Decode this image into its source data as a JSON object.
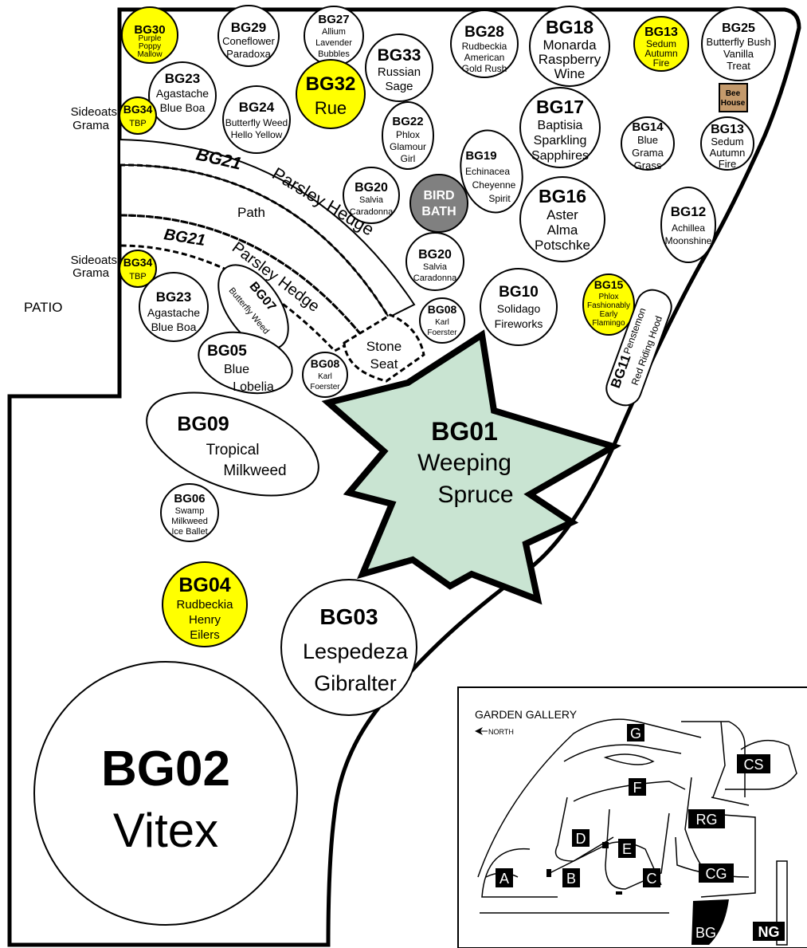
{
  "patio_label": "PATIO",
  "beds": [
    {
      "id": "bg30",
      "code": "BG30",
      "lines": [
        "Purple",
        "Poppy",
        "Mallow"
      ],
      "fill": "yellow"
    },
    {
      "id": "bg29",
      "code": "BG29",
      "lines": [
        "Coneflower",
        "Paradoxa"
      ],
      "fill": "white"
    },
    {
      "id": "bg27",
      "code": "BG27",
      "lines": [
        "Allium",
        "Lavender",
        "Bubbles"
      ],
      "fill": "white"
    },
    {
      "id": "bg33",
      "code": "BG33",
      "lines": [
        "Russian",
        "Sage"
      ],
      "fill": "white"
    },
    {
      "id": "bg28",
      "code": "BG28",
      "lines": [
        "Rudbeckia",
        "American",
        "Gold Rush"
      ],
      "fill": "white"
    },
    {
      "id": "bg18",
      "code": "BG18",
      "lines": [
        "Monarda",
        "Raspberry",
        "Wine"
      ],
      "fill": "white"
    },
    {
      "id": "bg13a",
      "code": "BG13",
      "lines": [
        "Sedum",
        "Autumn",
        "Fire"
      ],
      "fill": "yellow"
    },
    {
      "id": "bg25",
      "code": "BG25",
      "lines": [
        "Butterfly Bush",
        "Vanilla",
        "Treat"
      ],
      "fill": "white"
    },
    {
      "id": "bg23a",
      "code": "BG23",
      "lines": [
        "Agastache",
        "Blue Boa"
      ],
      "fill": "white"
    },
    {
      "id": "bg32",
      "code": "BG32",
      "lines": [
        "Rue"
      ],
      "fill": "yellow"
    },
    {
      "id": "bg34a",
      "code": "BG34",
      "lines": [
        "TBP"
      ],
      "fill": "yellow"
    },
    {
      "id": "bg24",
      "code": "BG24",
      "lines": [
        "Butterfly Weed",
        "Hello Yellow"
      ],
      "fill": "white"
    },
    {
      "id": "bg22",
      "code": "BG22",
      "lines": [
        "Phlox",
        "Glamour",
        "Girl"
      ],
      "fill": "white"
    },
    {
      "id": "bg17",
      "code": "BG17",
      "lines": [
        "Baptisia",
        "Sparkling",
        "Sapphires"
      ],
      "fill": "white"
    },
    {
      "id": "bg14",
      "code": "BG14",
      "lines": [
        "Blue",
        "Grama",
        "Grass"
      ],
      "fill": "white"
    },
    {
      "id": "bg13b",
      "code": "BG13",
      "lines": [
        "Sedum",
        "Autumn",
        "Fire"
      ],
      "fill": "white"
    },
    {
      "id": "bg19",
      "code": "BG19",
      "lines": [
        "Echinacea",
        "Cheyenne",
        "Spirit"
      ],
      "fill": "white"
    },
    {
      "id": "bg20a",
      "code": "BG20",
      "lines": [
        "Salvia",
        "Caradonna"
      ],
      "fill": "white"
    },
    {
      "id": "bg16",
      "code": "BG16",
      "lines": [
        "Aster",
        "Alma",
        "Potschke"
      ],
      "fill": "white"
    },
    {
      "id": "bg12",
      "code": "BG12",
      "lines": [
        "Achillea",
        "Moonshine"
      ],
      "fill": "white"
    },
    {
      "id": "bg20b",
      "code": "BG20",
      "lines": [
        "Salvia",
        "Caradonna"
      ],
      "fill": "white"
    },
    {
      "id": "bg34b",
      "code": "BG34",
      "lines": [
        "TBP"
      ],
      "fill": "yellow"
    },
    {
      "id": "bg23b",
      "code": "BG23",
      "lines": [
        "Agastache",
        "Blue Boa"
      ],
      "fill": "white"
    },
    {
      "id": "bg07",
      "code": "BG07",
      "lines": [
        "Butterfly Weed"
      ],
      "fill": "white"
    },
    {
      "id": "bg08a",
      "code": "BG08",
      "lines": [
        "Karl",
        "Foerster"
      ],
      "fill": "white"
    },
    {
      "id": "bg10",
      "code": "BG10",
      "lines": [
        "Solidago",
        "Fireworks"
      ],
      "fill": "white"
    },
    {
      "id": "bg15",
      "code": "BG15",
      "lines": [
        "Phlox",
        "Fashionably",
        "Early",
        "Flamingo"
      ],
      "fill": "yellow"
    },
    {
      "id": "bg05",
      "code": "BG05",
      "lines": [
        "Blue",
        "Lobelia"
      ],
      "fill": "white"
    },
    {
      "id": "bg08b",
      "code": "BG08",
      "lines": [
        "Karl",
        "Foerster"
      ],
      "fill": "white"
    },
    {
      "id": "bg11",
      "code": "BG11",
      "lines": [
        "Penstemon",
        "Red Riding Hood"
      ],
      "fill": "white"
    },
    {
      "id": "bg09",
      "code": "BG09",
      "lines": [
        "Tropical",
        "Milkweed"
      ],
      "fill": "white"
    },
    {
      "id": "bg06",
      "code": "BG06",
      "lines": [
        "Swamp",
        "Milkweed",
        "Ice Ballet"
      ],
      "fill": "white"
    },
    {
      "id": "bg04",
      "code": "BG04",
      "lines": [
        "Rudbeckia",
        "Henry",
        "Eilers"
      ],
      "fill": "yellow"
    },
    {
      "id": "bg03",
      "code": "BG03",
      "lines": [
        "Lespedeza",
        "Gibralter"
      ],
      "fill": "white"
    },
    {
      "id": "bg02",
      "code": "BG02",
      "lines": [
        "Vitex"
      ],
      "fill": "white"
    },
    {
      "id": "bg01",
      "code": "BG01",
      "lines": [
        "Weeping",
        "Spruce"
      ],
      "fill": "green"
    }
  ],
  "sideoats_labels": [
    [
      "Sideoats",
      "Grama"
    ],
    [
      "Sideoats",
      "Grama"
    ]
  ],
  "bird_bath": [
    "BIRD",
    "BATH"
  ],
  "bee_house": [
    "Bee",
    "House"
  ],
  "hedges": [
    {
      "code": "BG21",
      "name": "Parsley Hedge"
    },
    {
      "code": "BG21",
      "name": "Parsley Hedge"
    }
  ],
  "path_label": "Path",
  "stone_seat": [
    "Stone",
    "Seat"
  ],
  "inset": {
    "title": "GARDEN GALLERY",
    "north": "NORTH",
    "areas": [
      "G",
      "CS",
      "F",
      "RG",
      "D",
      "E",
      "A",
      "B",
      "C",
      "CG",
      "BG",
      "NG"
    ]
  },
  "colors": {
    "yellow": "#ffff00",
    "spruce_green": "#c9e4d2",
    "bird_bath_gray": "#808080",
    "bee_house_brown": "#c49a6c",
    "black": "#000000"
  }
}
